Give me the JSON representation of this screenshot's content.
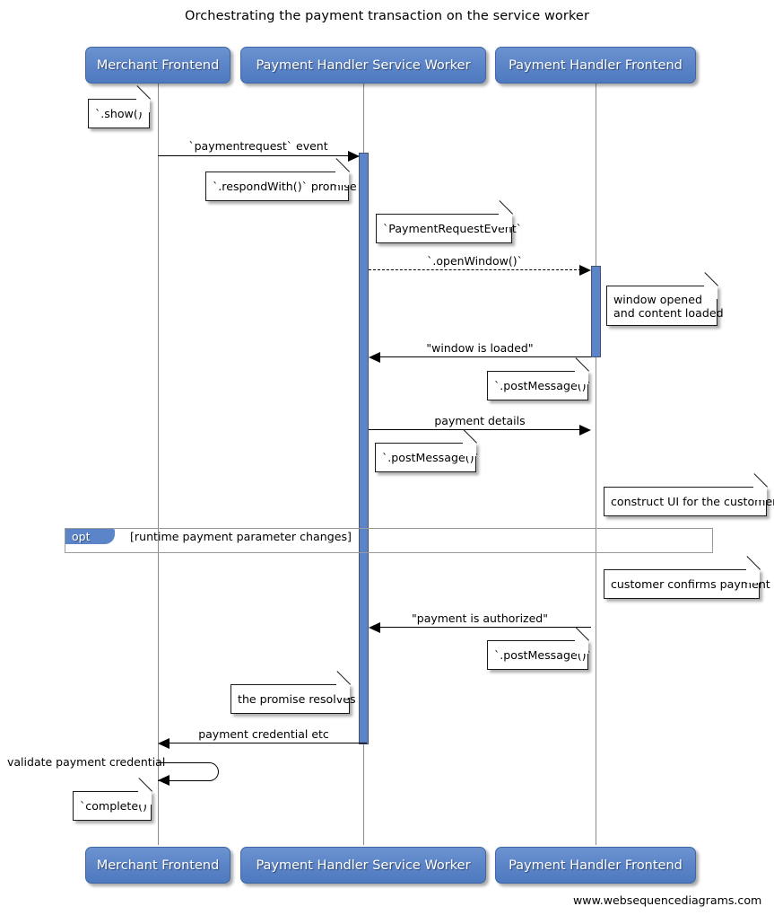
{
  "title": "Orchestrating the payment transaction on the service worker",
  "footer": "www.websequencediagrams.com",
  "participants": [
    {
      "name": "Merchant Frontend"
    },
    {
      "name": "Payment Handler Service Worker"
    },
    {
      "name": "Payment Handler Frontend"
    }
  ],
  "messages": [
    {
      "label": "`paymentrequest` event"
    },
    {
      "label": "`.openWindow()`"
    },
    {
      "label": "\"window is loaded\""
    },
    {
      "label": "payment details"
    },
    {
      "label": "\"payment is authorized\""
    },
    {
      "label": "payment credential etc"
    },
    {
      "label": "validate payment credential"
    }
  ],
  "notes": [
    {
      "text": "`.show()`"
    },
    {
      "text": "`.respondWith()` promise"
    },
    {
      "text": "`PaymentRequestEvent`"
    },
    {
      "text": "window opened\nand content loaded"
    },
    {
      "text": "`.postMessage()`"
    },
    {
      "text": "`.postMessage()`"
    },
    {
      "text": "construct UI for the customer"
    },
    {
      "text": "customer confirms payment"
    },
    {
      "text": "`.postMessage()`"
    },
    {
      "text": "the promise resolves"
    },
    {
      "text": "`complete()`"
    }
  ],
  "fragment": {
    "operator": "opt",
    "condition": "[runtime payment parameter changes]"
  },
  "colors": {
    "participant_fill": "#5b85c8",
    "activation_fill": "#5b85c8",
    "lifeline": "#8b8b8b",
    "line": "#000000",
    "note_fill": "#ffffff"
  }
}
